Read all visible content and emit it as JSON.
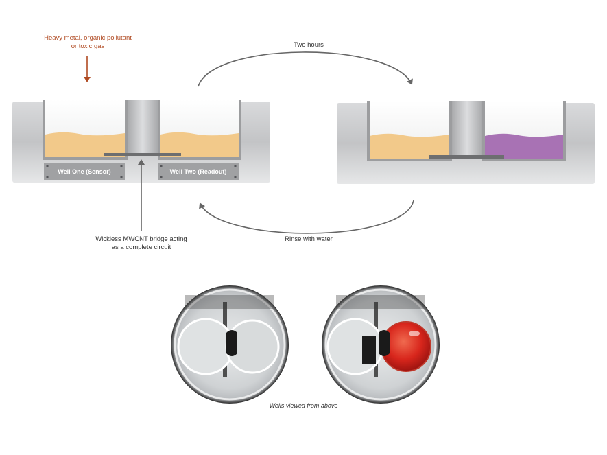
{
  "labels": {
    "pollutant": "Heavy metal, organic pollutant\nor toxic gas",
    "two_hours": "Two hours",
    "rinse": "Rinse with water",
    "bridge": "Wickless MWCNT bridge acting\nas a complete circuit",
    "well_one": "Well One (Sensor)",
    "well_two": "Well Two (Readout)",
    "caption": "Wells viewed from above"
  },
  "colors": {
    "pollutant_arrow": "#b04a22",
    "sensor_liquid": "#f2c98a",
    "readout_liquid_before": "#f2c98a",
    "readout_liquid_after": "#a872b4",
    "red_readout_photo": "#d8261c",
    "device_gray": "#c9cacc",
    "arrow_gray": "#666666"
  }
}
